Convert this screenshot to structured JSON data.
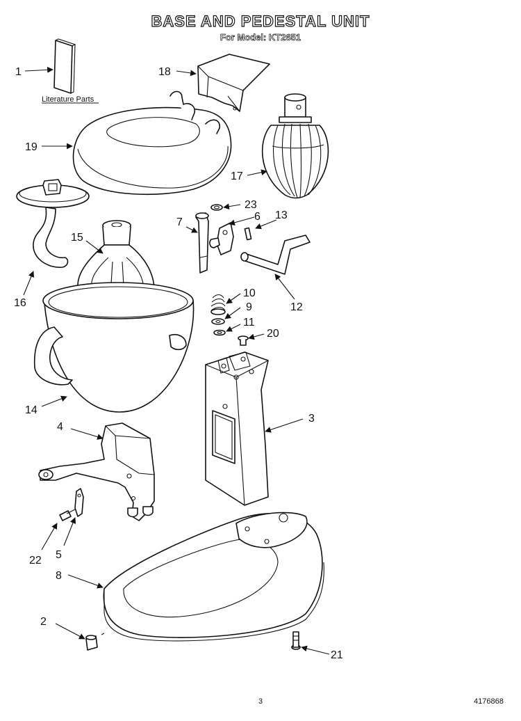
{
  "header": {
    "title": "BASE AND PEDESTAL UNIT",
    "subtitle": "For Model: KT2651"
  },
  "literature_label": "Literature Parts",
  "footer": {
    "page": "3",
    "code": "4176868"
  },
  "callouts": [
    {
      "id": "c1",
      "label": "1"
    },
    {
      "id": "c18",
      "label": "18"
    },
    {
      "id": "c19",
      "label": "19"
    },
    {
      "id": "c17",
      "label": "17"
    },
    {
      "id": "c23",
      "label": "23"
    },
    {
      "id": "c7",
      "label": "7"
    },
    {
      "id": "c6",
      "label": "6"
    },
    {
      "id": "c13",
      "label": "13"
    },
    {
      "id": "c15",
      "label": "15"
    },
    {
      "id": "c16",
      "label": "16"
    },
    {
      "id": "c10",
      "label": "10"
    },
    {
      "id": "c9",
      "label": "9"
    },
    {
      "id": "c11",
      "label": "11"
    },
    {
      "id": "c12",
      "label": "12"
    },
    {
      "id": "c20",
      "label": "20"
    },
    {
      "id": "c14",
      "label": "14"
    },
    {
      "id": "c3",
      "label": "3"
    },
    {
      "id": "c4",
      "label": "4"
    },
    {
      "id": "c22",
      "label": "22"
    },
    {
      "id": "c5",
      "label": "5"
    },
    {
      "id": "c8",
      "label": "8"
    },
    {
      "id": "c2",
      "label": "2"
    },
    {
      "id": "c21",
      "label": "21"
    }
  ]
}
